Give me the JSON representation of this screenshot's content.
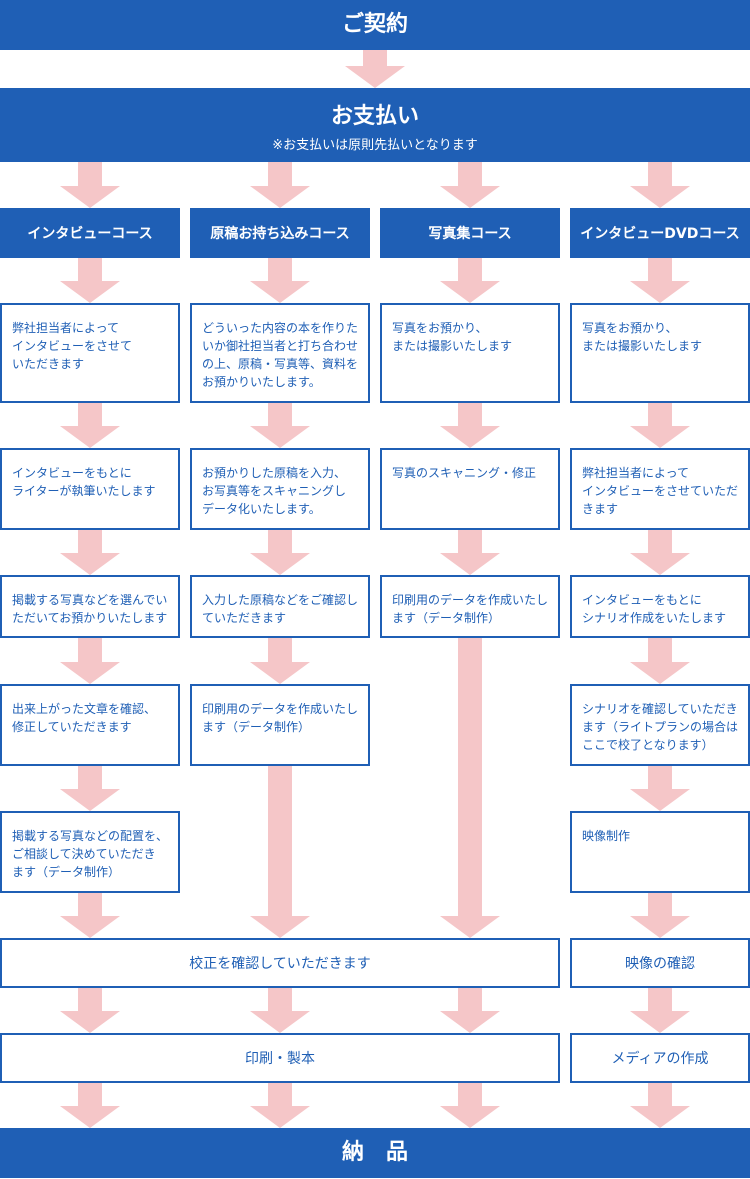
{
  "top": {
    "title": "ご契約"
  },
  "payment": {
    "title": "お支払い",
    "note": "※お支払いは原則先払いとなります"
  },
  "courses": [
    {
      "header": "インタビューコース",
      "steps": [
        "弊社担当者によって\nインタビューをさせて\nいただきます",
        "インタビューをもとに\nライターが執筆いたします",
        "掲載する写真などを選んでい\nただいてお預かりいたします",
        "出来上がった文章を確認、\n修正していただきます",
        "掲載する写真などの配置を、\nご相談して決めていただき\nます（データ制作）"
      ]
    },
    {
      "header": "原稿お持ち込みコース",
      "steps": [
        "どういった内容の本を作りた\nいか御社担当者と打ち合わせ\nの上、原稿・写真等、資料を\nお預かりいたします。",
        "お預かりした原稿を入力、\nお写真等をスキャニングし\nデータ化いたします。",
        "入力した原稿などをご確認し\nていただきます",
        "印刷用のデータを作成いたし\nます（データ制作）"
      ]
    },
    {
      "header": "写真集コース",
      "steps": [
        "写真をお預かり、\nまたは撮影いたします",
        "写真のスキャニング・修正",
        "印刷用のデータを作成いたし\nます（データ制作）"
      ]
    },
    {
      "header": "インタビューDVDコース",
      "steps": [
        "写真をお預かり、\nまたは撮影いたします",
        "弊社担当者によって\nインタビューをさせていただ\nきます",
        "インタビューをもとに\nシナリオ作成をいたします",
        "シナリオを確認していただき\nます（ライトプランの場合は\nここで校了となります）",
        "映像制作"
      ]
    }
  ],
  "proof": {
    "label": "校正を確認していただきます"
  },
  "video_check": {
    "label": "映像の確認"
  },
  "print": {
    "label": "印刷・製本"
  },
  "media": {
    "label": "メディアの作成"
  },
  "delivery": {
    "title": "納　品"
  },
  "colors": {
    "blue": "#1f5fb5",
    "arrow": "#f5c6c8"
  }
}
